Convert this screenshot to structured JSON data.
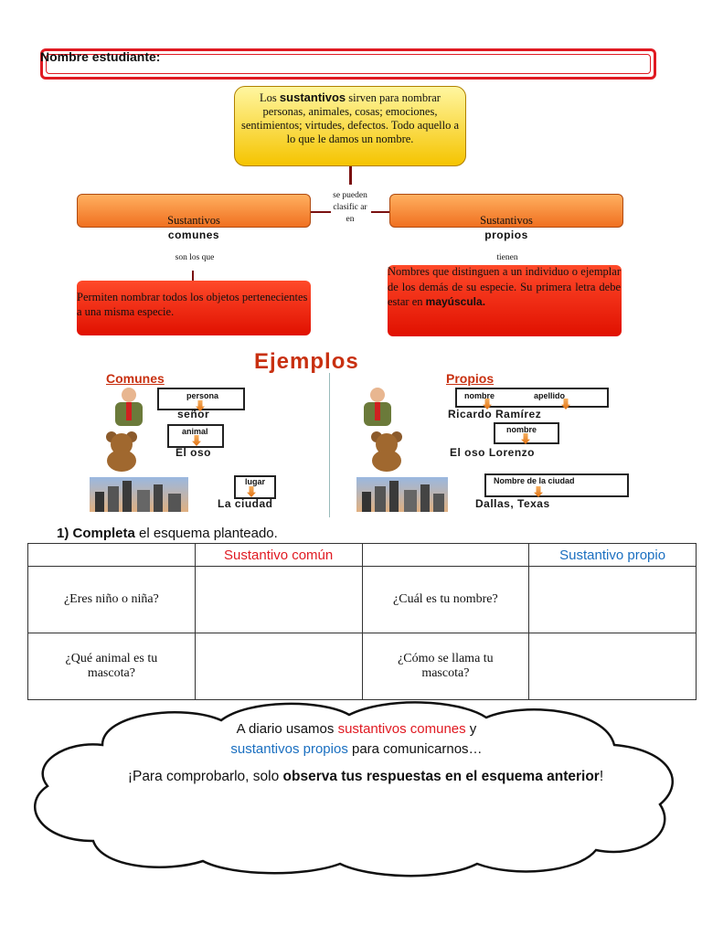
{
  "header": {
    "name_label": "Nombre estudiante:"
  },
  "concept_map": {
    "main_pre": "Los ",
    "main_bold": "sustantivos",
    "main_post": " sirven para nombrar personas, animales, cosas; emociones, sentimientos; virtudes, defectos. Todo aquello a lo que le damos un nombre.",
    "connector": "se pueden clasific ar en",
    "comunes": {
      "line1": "Sustantivos",
      "line2": "comunes",
      "link": "son los que",
      "definition": "Permiten nombrar todos los objetos pertenecientes a una misma especie."
    },
    "propios": {
      "line1": "Sustantivos",
      "line2": "propios",
      "link": "tienen",
      "definition": "Nombres que distinguen a un individuo o ejemplar de los demás de su especie. Su primera letra debe estar en ",
      "definition_bold": "mayúscula."
    }
  },
  "examples": {
    "title": "Ejemplos",
    "comunes_title": "Comunes",
    "propios_title": "Propios",
    "comunes": [
      {
        "label": "persona",
        "word": "señor"
      },
      {
        "label": "animal",
        "word": "El oso"
      },
      {
        "label": "lugar",
        "word": "La ciudad"
      }
    ],
    "propios": [
      {
        "label1": "nombre",
        "label2": "apellido",
        "word": "Ricardo Ramírez"
      },
      {
        "label": "nombre",
        "word": "El oso Lorenzo"
      },
      {
        "label": "Nombre de la ciudad",
        "word": "Dallas, Texas"
      }
    ]
  },
  "activity": {
    "number": "1)",
    "bold": "Completa",
    "rest": " el esquema planteado.",
    "header_comun": "Sustantivo común",
    "header_propio": "Sustantivo propio",
    "q1": "¿Eres niño o niña?",
    "q2": "¿Cuál es tu nombre?",
    "q3": "¿Qué animal es tu mascota?",
    "q4": "¿Cómo se llama tu mascota?"
  },
  "cloud": {
    "l1_pre": "A diario usamos ",
    "l1_red": "sustantivos comunes",
    "l1_post": " y",
    "l2_blue": "sustantivos propios",
    "l2_post": " para comunicarnos…",
    "l3_pre": "¡Para comprobarlo, solo ",
    "l3_bold": "observa tus respuestas en el esquema anterior",
    "l3_post": "!"
  },
  "colors": {
    "accent_red": "#e01a22",
    "blue": "#1a6fc0",
    "orange": "#f07020",
    "yellow": "#f5c400"
  }
}
